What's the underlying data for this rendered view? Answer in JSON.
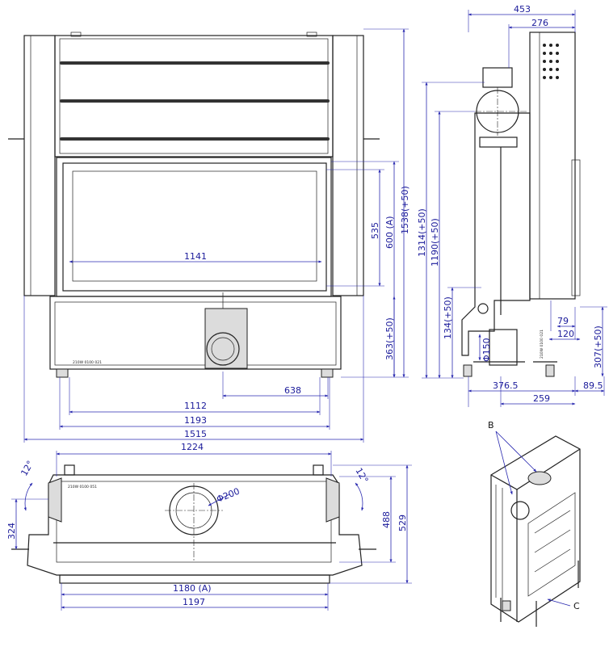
{
  "front_view": {
    "dims": {
      "d1538": "1538(+50)",
      "d1314": "1314(+50)",
      "d600": "600 (A)",
      "d535": "535",
      "d1141": "1141",
      "d363": "363(+50)",
      "d638": "638",
      "d1112": "1112",
      "d1193": "1193",
      "d1515": "1515"
    },
    "part_code": "210W 0100 021"
  },
  "side_view": {
    "dims": {
      "d453": "453",
      "d276": "276",
      "d1190": "1190(+50)",
      "d134": "134(+50)",
      "dphi150": "Φ150",
      "d79": "79",
      "d120": "120",
      "d307": "307(+50)",
      "d376": "376.5",
      "d89": "89.5",
      "d259": "259"
    },
    "part_code": "210W 0100 021"
  },
  "top_view": {
    "dims": {
      "d1224": "1224",
      "d12l": "12°",
      "d12r": "12°",
      "d324": "324",
      "d488": "488",
      "d529": "529",
      "dphi200": "Φ200",
      "d1180": "1180 (A)",
      "d1197": "1197"
    },
    "part_code": "210W 0100 051"
  },
  "iso_view": {
    "label_b": "B",
    "label_c": "C"
  }
}
